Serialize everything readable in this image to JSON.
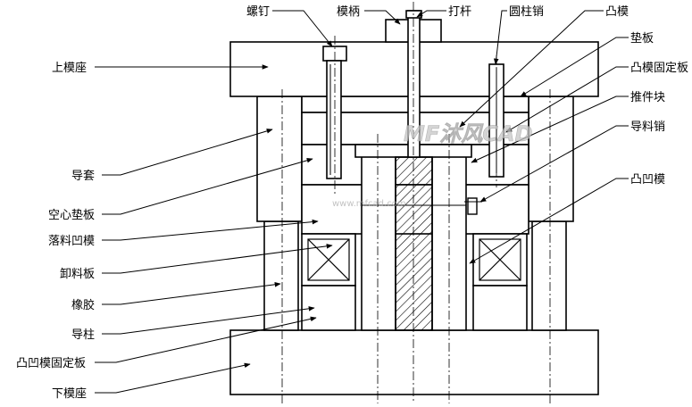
{
  "labels": {
    "luoding": "螺钉",
    "mobing": "模柄",
    "dagan": "打杆",
    "yuanzhuxiao": "圆柱销",
    "tumo": "凸模",
    "dianban": "垫板",
    "tumo_gudingban": "凸模固定板",
    "tuijiankuai": "推件块",
    "daoliaoxiao": "导料销",
    "tuaomo": "凸凹模",
    "shangmozuo": "上模座",
    "daotao": "导套",
    "kongxin_dianban": "空心垫板",
    "luoliao_aomo": "落料凹模",
    "xieliaoban": "卸料板",
    "xiangjiao": "橡胶",
    "daozhu": "导柱",
    "tuaomo_gudingban": "凸凹模固定板",
    "xiamozuo": "下模座"
  },
  "watermark": {
    "logo": "MF沐风CAD",
    "url": "www.mfcad.com"
  },
  "colors": {
    "line": "#000000",
    "paper": "#ffffff",
    "hatch": "#000000",
    "watermark": "#c8c8c8"
  }
}
